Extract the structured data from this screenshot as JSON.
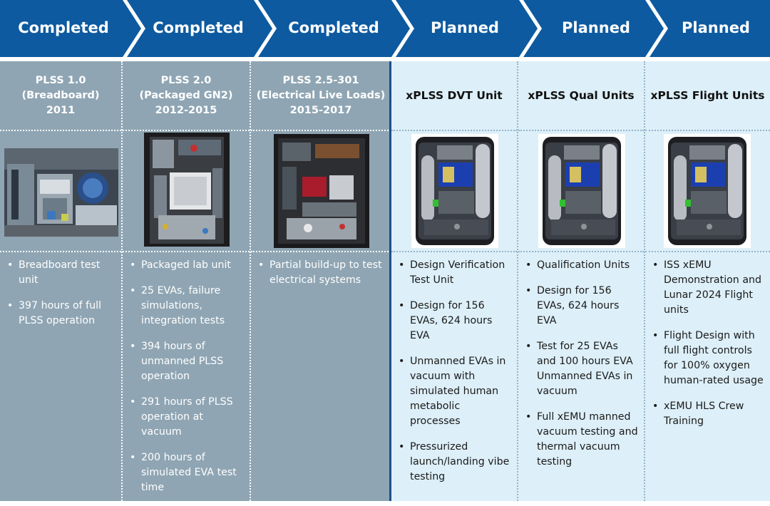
{
  "phases": [
    {
      "status": "Completed",
      "title_lines": [
        "PLSS 1.0",
        "(Breadboard)",
        "2011"
      ],
      "image": "photo of PLSS 1.0 breadboard test rig in lab",
      "bullets": [
        "Breadboard test unit",
        "397 hours of full PLSS operation"
      ]
    },
    {
      "status": "Completed",
      "title_lines": [
        "PLSS 2.0",
        "(Packaged GN2)",
        "2012-2015"
      ],
      "image": "photo of packaged PLSS 2.0 unit",
      "bullets": [
        "Packaged lab unit",
        "25 EVAs, failure simulations, integration tests",
        "394 hours of unmanned PLSS operation",
        "291 hours of PLSS operation at vacuum",
        "200 hours of simulated EVA test time"
      ]
    },
    {
      "status": "Completed",
      "title_lines": [
        "PLSS 2.5-301",
        "(Electrical Live Loads)",
        "2015-2017"
      ],
      "image": "photo of PLSS 2.5-301 electrical unit",
      "bullets": [
        "Partial build-up to test electrical systems"
      ]
    },
    {
      "status": "Planned",
      "title_lines": [
        "xPLSS DVT Unit"
      ],
      "image": "CAD render of xPLSS unit",
      "bullets": [
        "Design Verification Test Unit",
        "Design for 156 EVAs, 624 hours EVA",
        "Unmanned EVAs in vacuum with simulated human metabolic processes",
        "Pressurized launch/landing vibe testing"
      ]
    },
    {
      "status": "Planned",
      "title_lines": [
        "xPLSS Qual Units"
      ],
      "image": "CAD render of xPLSS unit",
      "bullets": [
        "Qualification Units",
        "Design for 156 EVAs, 624 hours EVA",
        "Test for 25 EVAs and 100 hours EVA Unmanned EVAs in vacuum",
        "Full xEMU manned vacuum testing and thermal vacuum testing"
      ]
    },
    {
      "status": "Planned",
      "title_lines": [
        "xPLSS Flight Units"
      ],
      "image": "CAD render of xPLSS unit",
      "bullets": [
        "ISS xEMU Demonstration and Lunar 2024 Flight units",
        "Flight Design with full flight controls for 100% oxygen human-rated usage",
        "xEMU HLS Crew Training"
      ]
    }
  ],
  "colors": {
    "arrow": "#0d5aa0",
    "completed_bg": "#8fa5b3",
    "planned_bg": "#ddeff8",
    "divider": "#1c4f8a"
  }
}
